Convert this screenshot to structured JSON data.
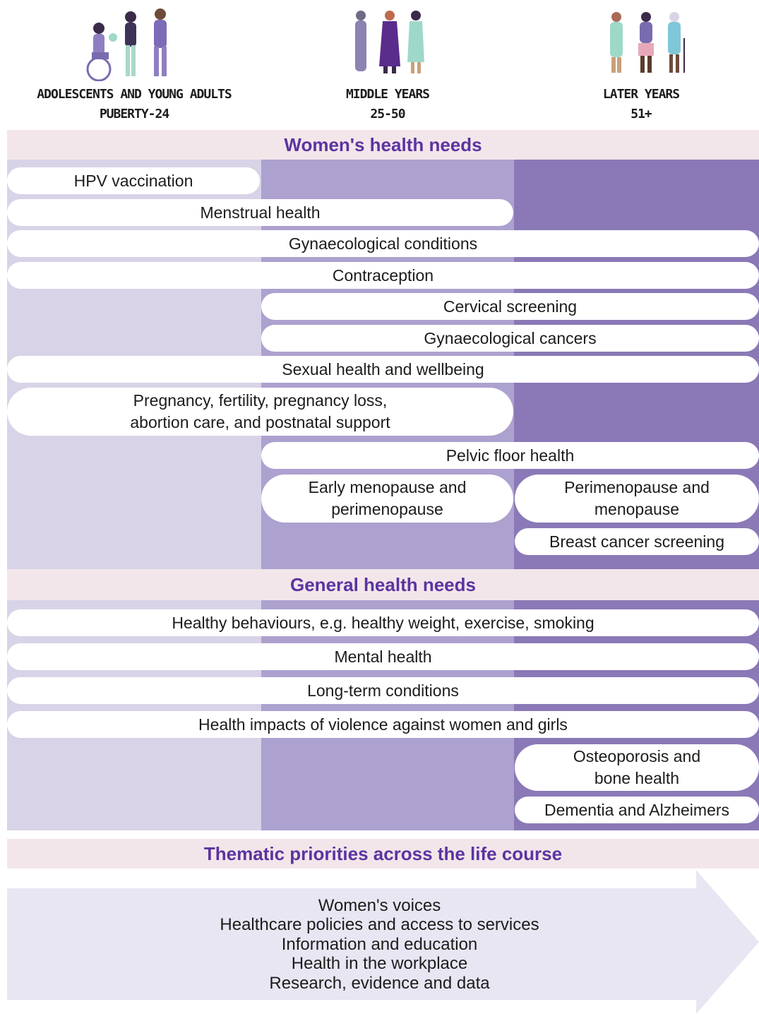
{
  "columns": [
    {
      "title": "ADOLESCENTS AND YOUNG ADULTS",
      "range": "PUBERTY-24"
    },
    {
      "title": "MIDDLE YEARS",
      "range": "25-50"
    },
    {
      "title": "LATER YEARS",
      "range": "51+"
    }
  ],
  "colors": {
    "col1": "#d9d3e8",
    "col2": "#ada1cf",
    "col3": "#8a79b6",
    "band": "#f3e6ea",
    "heading": "#5b34a0",
    "arrow": "#e9e6f3"
  },
  "sections": {
    "womens": "Women's health needs",
    "general": "General health needs",
    "thematic": "Thematic priorities across the life course"
  },
  "womens_needs": [
    "HPV vaccination",
    "Menstrual health",
    "Gynaecological conditions",
    "Contraception",
    "Cervical screening",
    "Gynaecological cancers",
    "Sexual health and wellbeing",
    "Pregnancy, fertility, pregnancy loss,\nabortion care, and postnatal support",
    "Pelvic floor health",
    "Early menopause and\nperimenopause",
    "Perimenopause and\nmenopause",
    "Breast cancer screening"
  ],
  "general_needs": [
    "Healthy behaviours, e.g. healthy weight, exercise, smoking",
    "Mental health",
    "Long-term conditions",
    "Health impacts of violence against women and girls",
    "Osteoporosis and\nbone health",
    "Dementia and Alzheimers"
  ],
  "thematic_priorities": [
    "Women's voices",
    "Healthcare policies and access to services",
    "Information and education",
    "Health in the workplace",
    "Research, evidence and data"
  ]
}
